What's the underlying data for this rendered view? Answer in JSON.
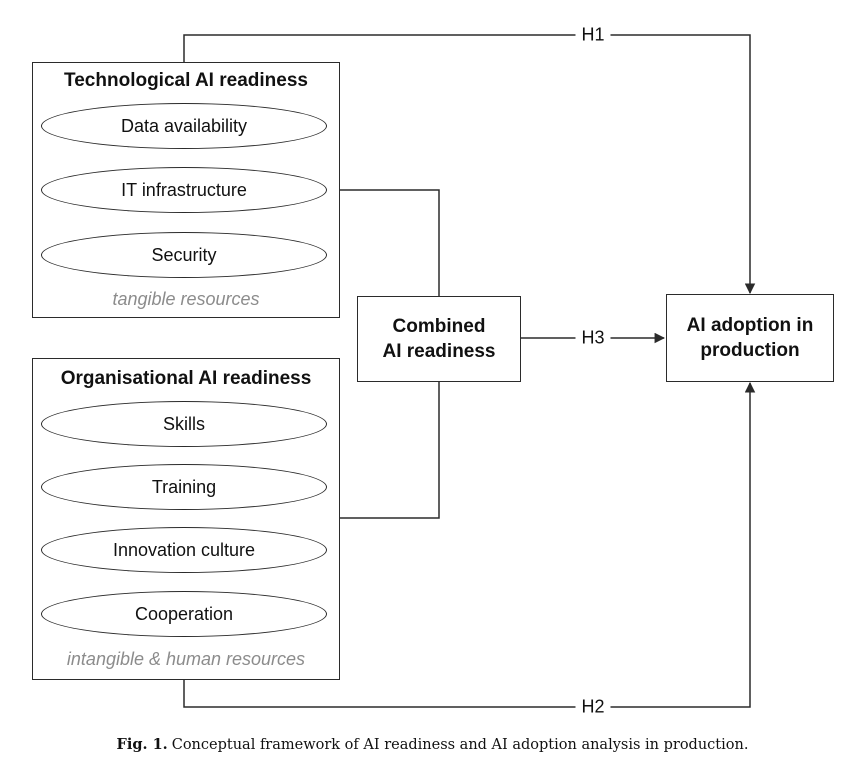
{
  "technological": {
    "title": "Technological AI readiness",
    "items": [
      "Data availability",
      "IT infrastructure",
      "Security"
    ],
    "note": "tangible resources"
  },
  "organisational": {
    "title": "Organisational AI readiness",
    "items": [
      "Skills",
      "Training",
      "Innovation culture",
      "Cooperation"
    ],
    "note": "intangible & human resources"
  },
  "combined": {
    "line1": "Combined",
    "line2": "AI readiness"
  },
  "outcome": {
    "line1": "AI adoption in",
    "line2": "production"
  },
  "hypotheses": {
    "h1": "H1",
    "h2": "H2",
    "h3": "H3"
  },
  "caption": {
    "label": "Fig. 1.",
    "text": "Conceptual framework of AI readiness and AI adoption analysis in production."
  }
}
